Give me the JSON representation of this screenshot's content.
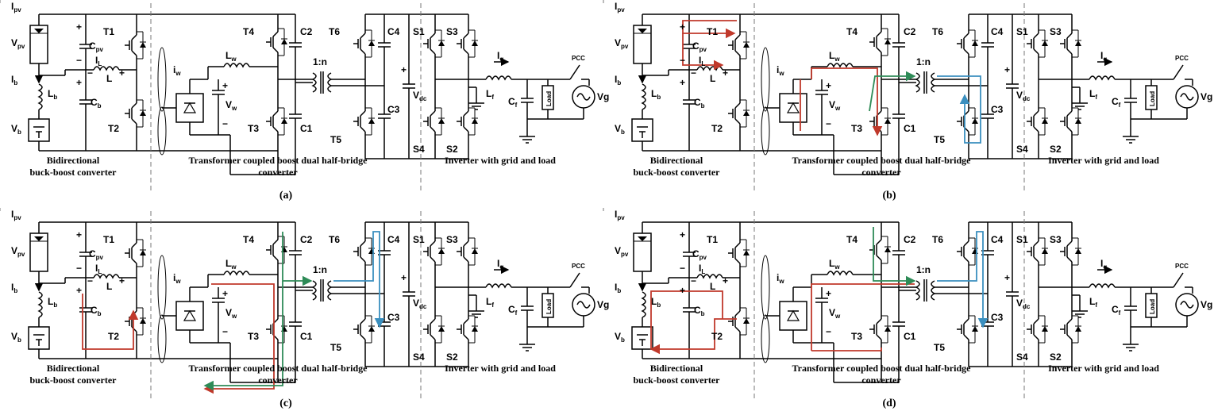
{
  "colors": {
    "red_path": "#c0392b",
    "green_path": "#2e8b57",
    "blue_path": "#3a8fbf",
    "wire": "#000000"
  },
  "section_captions": {
    "left": [
      "Bidirectional",
      "buck-boost converter"
    ],
    "middle": [
      "Transformer coupled boost dual half-bridge",
      "converter"
    ],
    "right": "Inverter with grid and load"
  },
  "labels": {
    "ipv": "I",
    "ipv_sub": "pv",
    "vpv": "V",
    "vpv_sub": "pv",
    "cpv": "C",
    "cpv_sub": "pv",
    "il": "I",
    "il_sub": "L",
    "l": "L",
    "ib": "I",
    "ib_sub": "b",
    "lb": "L",
    "lb_sub": "b",
    "cb": "C",
    "cb_sub": "b",
    "vb": "V",
    "vb_sub": "b",
    "t1": "T1",
    "t2": "T2",
    "t3": "T3",
    "t4": "T4",
    "t5": "T5",
    "t6": "T6",
    "iw": "i",
    "iw_sub": "w",
    "lw": "L",
    "lw_sub": "w",
    "vw": "V",
    "vw_sub": "w",
    "c1": "C1",
    "c2": "C2",
    "c3": "C3",
    "c4": "C4",
    "ratio": "1:n",
    "s1": "S1",
    "s2": "S2",
    "s3": "S3",
    "s4": "S4",
    "vdc": "V",
    "vdc_sub": "dc",
    "lf": "L",
    "lf_sub": "f",
    "cf": "C",
    "cf_sub": "f",
    "ig": "I",
    "ig_sub": "g",
    "pcc": "PCC",
    "load": "Load",
    "vg": "Vg",
    "plus": "+",
    "minus": "−"
  },
  "panels": [
    {
      "id": "a",
      "label": "(a)"
    },
    {
      "id": "b",
      "label": "(b)"
    },
    {
      "id": "c",
      "label": "(c)"
    },
    {
      "id": "d",
      "label": "(d)"
    }
  ]
}
